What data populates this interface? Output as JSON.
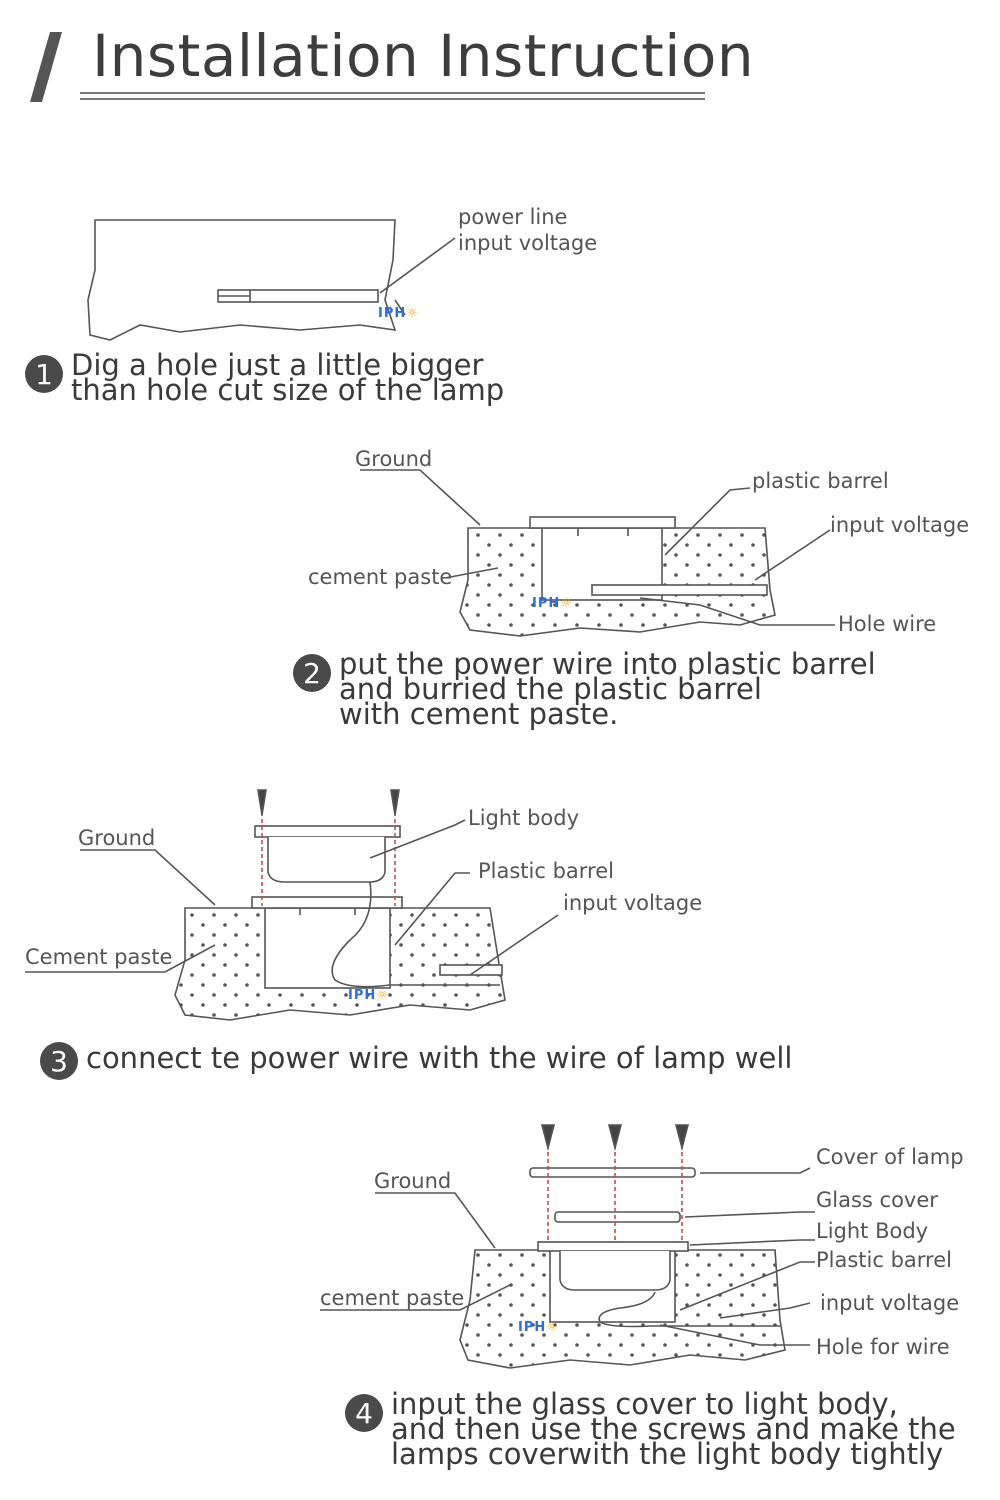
{
  "header": {
    "title": "Installation Instruction"
  },
  "brand": {
    "text": "IPH",
    "sun_glyph": "☼",
    "color": "#2d6fd6",
    "accent": "#f0a020"
  },
  "steps": [
    {
      "number": "1",
      "lines": [
        "Dig a hole just a little bigger",
        "than hole cut size of the lamp"
      ],
      "labels": [
        "power line",
        "input voltage"
      ]
    },
    {
      "number": "2",
      "lines": [
        "put the power wire into plastic barrel",
        "and burried the plastic barrel",
        "with cement paste."
      ],
      "labels": [
        "Ground",
        "plastic barrel",
        "input voltage",
        "cement paste",
        "Hole wire"
      ]
    },
    {
      "number": "3",
      "lines": [
        "connect te power wire with the wire of lamp well"
      ],
      "labels": [
        "Light body",
        "Ground",
        "Plastic barrel",
        "input voltage",
        "Cement paste"
      ]
    },
    {
      "number": "4",
      "lines": [
        "input the glass cover to light body,",
        "and then use the screws and make the",
        "lamps coverwith the light body tightly"
      ],
      "labels": [
        "Cover of lamp",
        "Ground",
        "Glass cover",
        "Light Body",
        "Plastic barrel",
        "cement paste",
        "input voltage",
        "Hole for wire"
      ]
    }
  ]
}
